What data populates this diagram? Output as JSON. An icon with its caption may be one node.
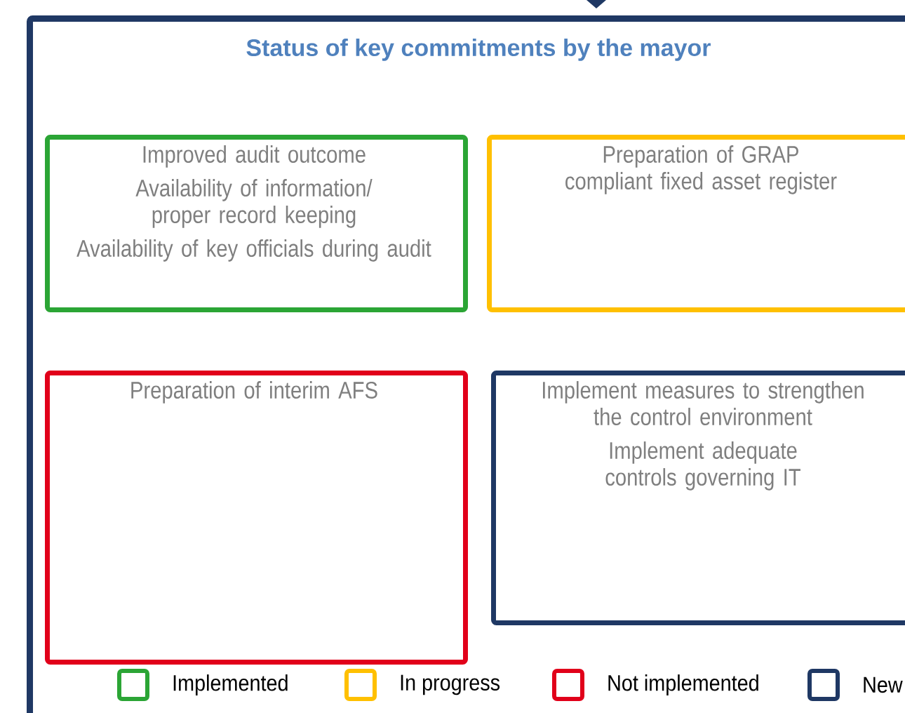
{
  "diagram": {
    "nodes": [
      {
        "text": [
          "Status of key commitments by the mayor"
        ]
      },
      {
        "text": [
          "Improved audit outcome",
          "Availability of information/ proper record keeping",
          "Availability of key officials during audit"
        ],
        "in": 0
      },
      {
        "text": [
          "Preparation of GRAP compliant fixed asset register"
        ],
        "in": 0
      },
      {
        "text": [
          "Preparation of interim AFS"
        ],
        "in": 0
      },
      {
        "text": [
          "Implement measures to strengthen the control environment",
          "Implement adequate controls governing IT"
        ],
        "in": 0
      }
    ],
    "legend": [
      {
        "text": "Implemented",
        "color": "#2ba535"
      },
      {
        "text": "In progress",
        "color": "#ffc000"
      },
      {
        "text": "Not implemented",
        "color": "#e1001a"
      },
      {
        "text": "New",
        "color": "#1f3864"
      }
    ]
  }
}
